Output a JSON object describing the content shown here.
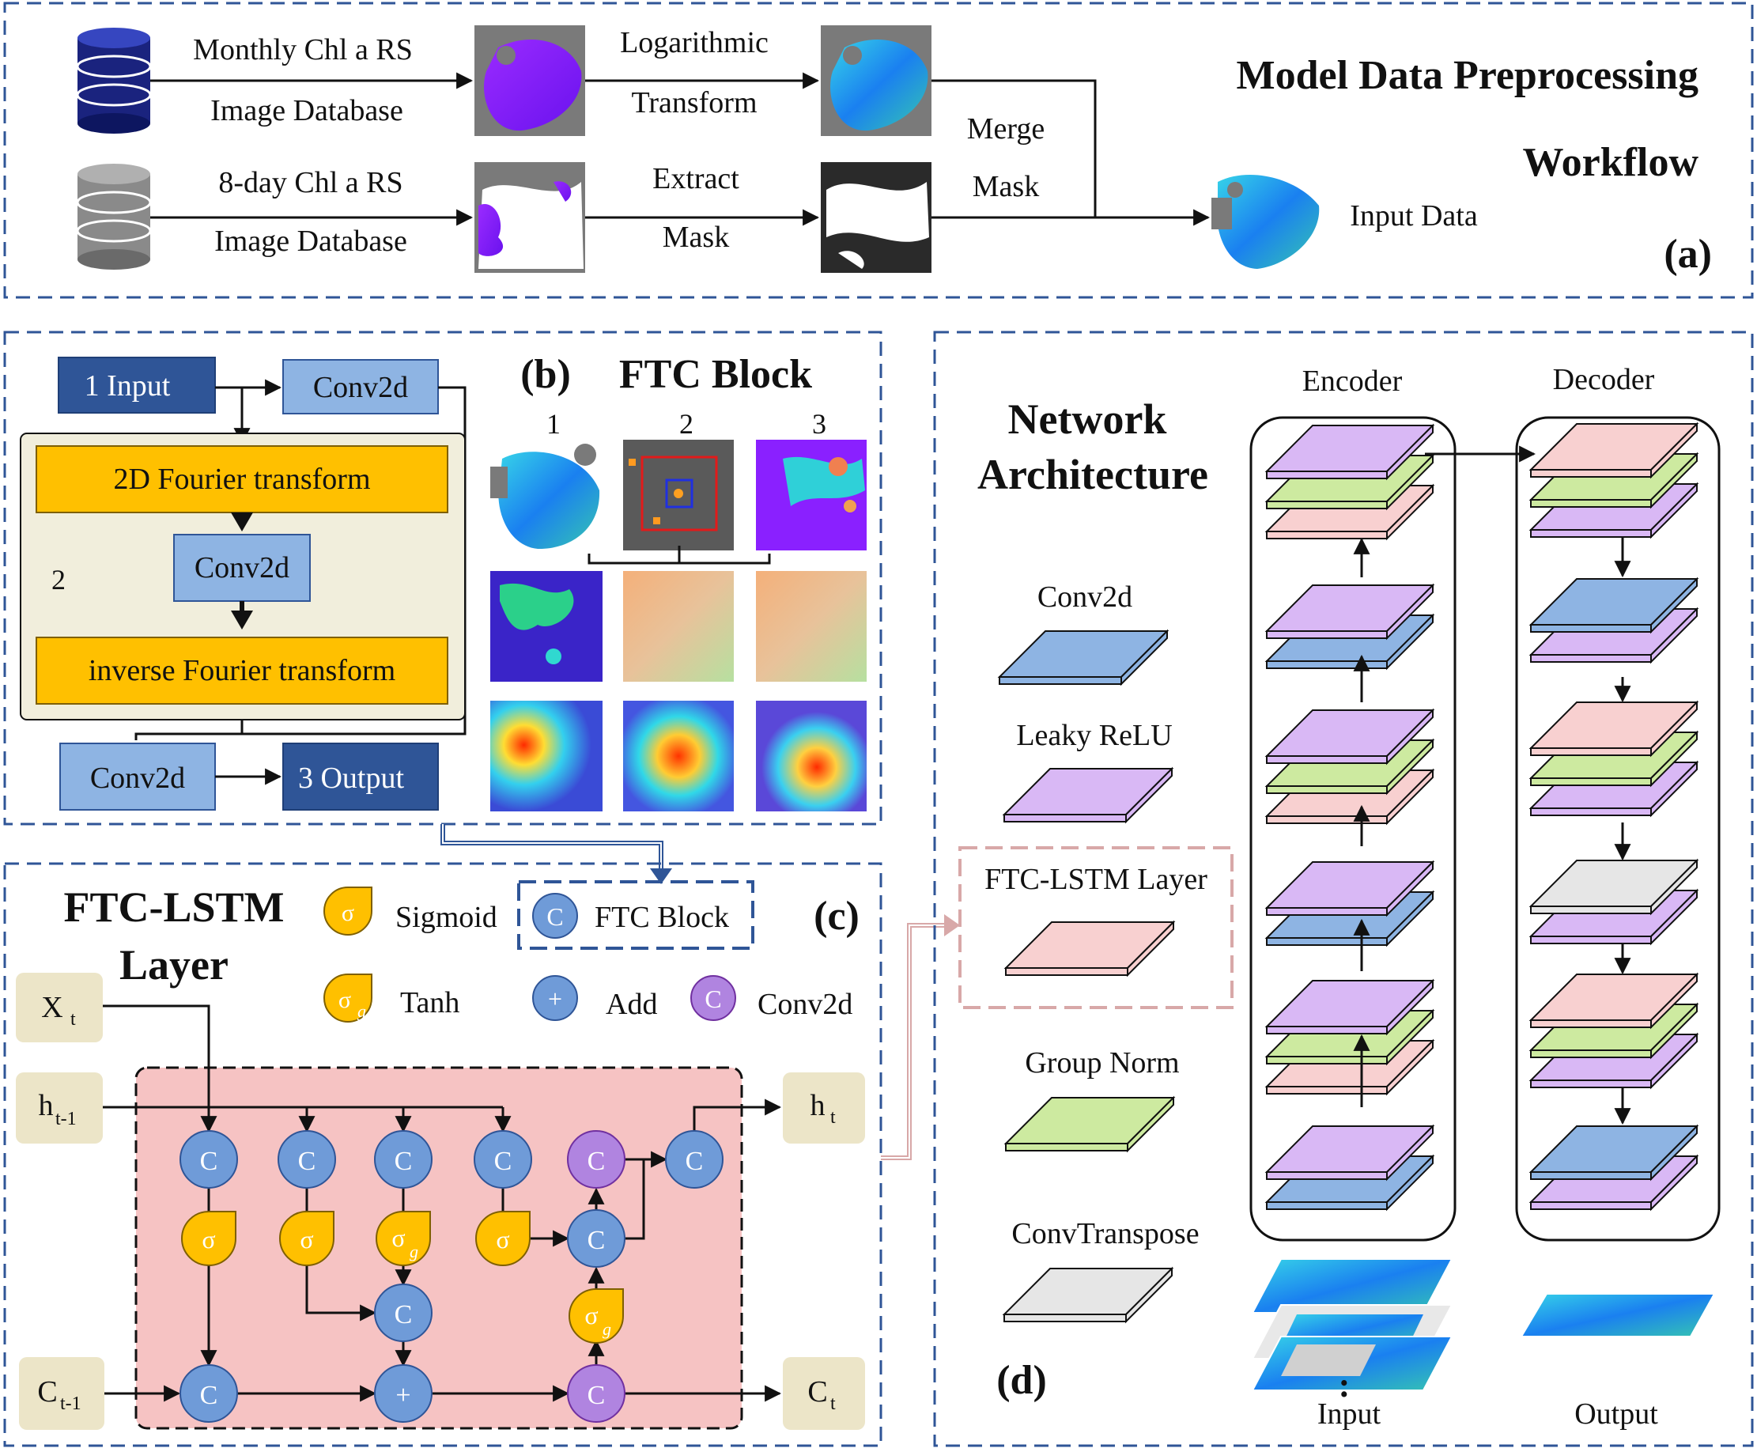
{
  "colors": {
    "panel_border": "#2f5597",
    "gold": "#ffc000",
    "gold_edge": "#c48a00",
    "cream": "#f1eedc",
    "blue_box": "#8eb4e3",
    "dark_blue_box": "#2f5597",
    "node_blue": "#6f9bd8",
    "node_purple": "#b084e0",
    "pink_area": "#f6c3c3",
    "gate_tan": "#ece5c8",
    "layer_conv": "#8eb4e3",
    "layer_leaky": "#d9b8f5",
    "layer_ftc": "#f8d0d0",
    "layer_norm": "#cdeaa0",
    "layer_convT": "#e6e6e6"
  },
  "panel_a": {
    "title_line1": "Model Data Preprocessing",
    "title_line2": "Workflow",
    "tag": "(a)",
    "src1_line1": "Monthly Chl a RS",
    "src1_line2": "Image Database",
    "src2_line1": "8-day Chl a RS",
    "src2_line2": "Image Database",
    "step1_line1": "Logarithmic",
    "step1_line2": "Transform",
    "step2_line1": "Extract",
    "step2_line2": "Mask",
    "merge_line1": "Merge",
    "merge_line2": "Mask",
    "output_label": "Input Data"
  },
  "panel_b": {
    "tag": "(b)",
    "title": "FTC Block",
    "input_box": "1 Input",
    "conv_top": "Conv2d",
    "fourier": "2D Fourier transform",
    "conv_mid": "Conv2d",
    "inverse": "inverse Fourier transform",
    "group_num": "2",
    "conv_bottom": "Conv2d",
    "output_box": "3 Output",
    "col1": "1",
    "col2": "2",
    "col3": "3"
  },
  "panel_c": {
    "title_line1": "FTC-LSTM",
    "title_line2": "Layer",
    "tag": "(c)",
    "legend_sigmoid_sym": "σ",
    "legend_sigmoid": "Sigmoid",
    "legend_tanh_sym": "σ",
    "legend_tanh_sub": "g",
    "legend_tanh": "Tanh",
    "legend_ftc_sym": "C",
    "legend_ftc": "FTC Block",
    "legend_add_sym": "+",
    "legend_add": "Add",
    "legend_conv_sym": "C",
    "legend_conv": "Conv2d",
    "x_t": "X",
    "x_t_sub": "t",
    "h_prev": "h",
    "h_prev_sub": "t-1",
    "c_prev": "C",
    "c_prev_sub": "t-1",
    "h_t": "h",
    "h_t_sub": "t",
    "c_t": "C",
    "c_t_sub": "t",
    "node_c": "C",
    "node_plus": "+",
    "gate_sigma": "σ",
    "gate_g_sub": "g"
  },
  "panel_d": {
    "title_line1": "Network",
    "title_line2": "Architecture",
    "tag": "(d)",
    "encoder": "Encoder",
    "decoder": "Decoder",
    "legend_conv": "Conv2d",
    "legend_leaky": "Leaky ReLU",
    "legend_ftc": "FTC-LSTM Layer",
    "legend_norm": "Group Norm",
    "legend_convT": "ConvTranspose",
    "input_label": "Input",
    "output_label": "Output",
    "dots": ":"
  }
}
